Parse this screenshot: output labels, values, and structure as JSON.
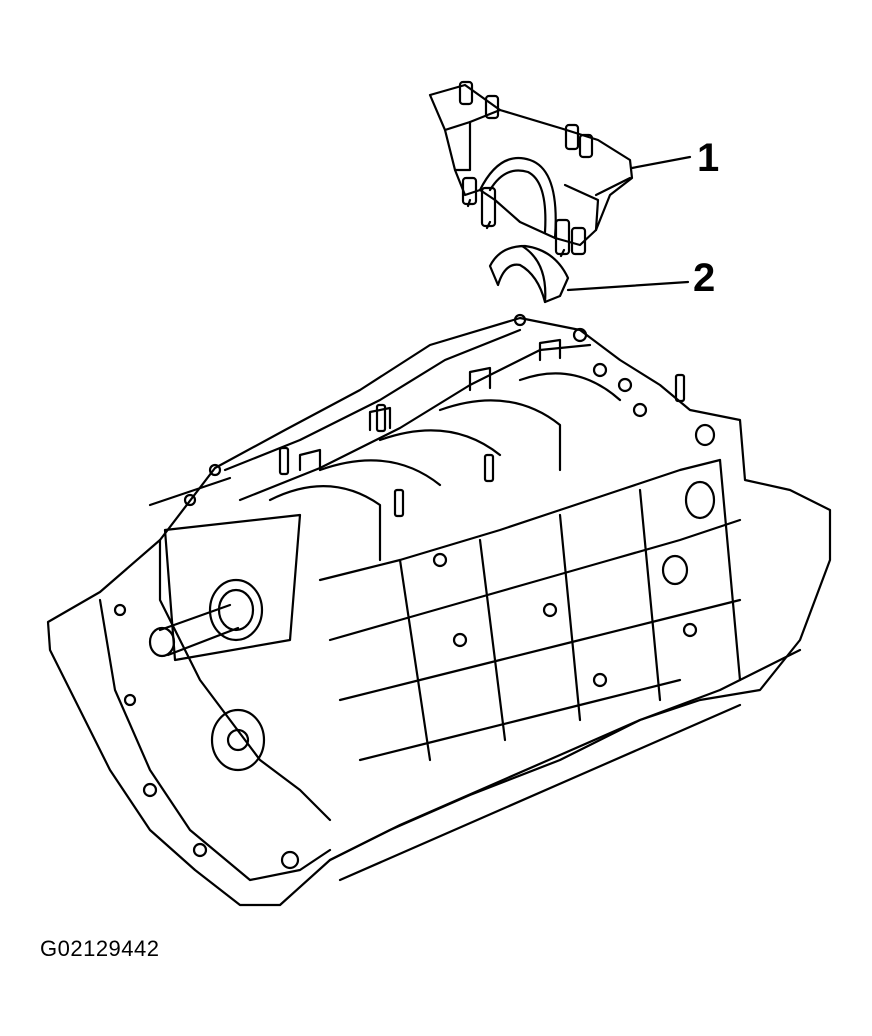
{
  "callouts": [
    {
      "number": "1",
      "part": "main-bearing-cap"
    },
    {
      "number": "2",
      "part": "main-bearing-shell"
    }
  ],
  "figure_id": "G02129442",
  "colors": {
    "ink": "#000000",
    "paper": "#ffffff"
  }
}
